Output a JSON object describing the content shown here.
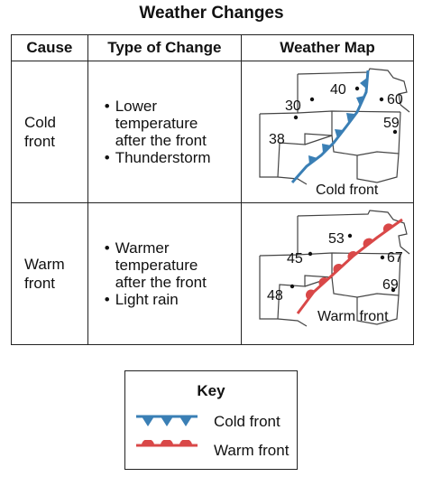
{
  "title": "Weather Changes",
  "headers": {
    "cause": "Cause",
    "change": "Type of Change",
    "map": "Weather Map"
  },
  "rows": [
    {
      "cause_line1": "Cold",
      "cause_line2": "front",
      "changes": [
        {
          "bullet": "•",
          "lines": [
            "Lower",
            "temperature",
            "after the front"
          ]
        },
        {
          "bullet": "•",
          "lines": [
            "Thunderstorm"
          ]
        }
      ],
      "map": {
        "temps": [
          "40",
          "30",
          "60",
          "59",
          "38"
        ],
        "front_label": "Cold front"
      }
    },
    {
      "cause_line1": "Warm",
      "cause_line2": "front",
      "changes": [
        {
          "bullet": "•",
          "lines": [
            "Warmer",
            "temperature",
            "after the front"
          ]
        },
        {
          "bullet": "•",
          "lines": [
            "Light rain"
          ]
        }
      ],
      "map": {
        "temps": [
          "53",
          "45",
          "67",
          "69",
          "48"
        ],
        "front_label": "Warm front"
      }
    }
  ],
  "key": {
    "title": "Key",
    "cold_label": "Cold front",
    "warm_label": "Warm front"
  },
  "colors": {
    "cold_front": "#3a7fb5",
    "warm_front": "#d94848",
    "border": "#222222",
    "state_lines": "#444444"
  }
}
